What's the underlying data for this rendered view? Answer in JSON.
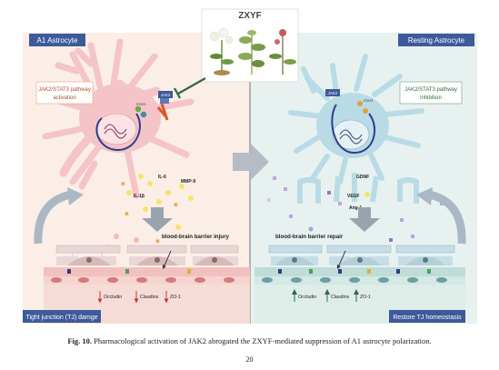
{
  "figure": {
    "title": "ZXYF",
    "left_panel": {
      "header": "A1 Astrocyte",
      "pathway_line1": "JAK2/STAT3 pathway",
      "pathway_line2": "activation",
      "protein_jak2": "JAK2",
      "protein_stat3": "STAT3",
      "cytokines": [
        "IL-6",
        "MMP-9",
        "IL-1β"
      ],
      "injury_label": "blood-brain barrier injury",
      "tj_proteins": [
        "Occludin",
        "Claudins",
        "ZO-1"
      ],
      "footer": "Tight junction (TJ) damge"
    },
    "right_panel": {
      "header": "Resting Astrocyte",
      "pathway_line1": "JAK2/STAT3 pathway",
      "pathway_line2": "inhibition",
      "protein_jak2": "JAK2",
      "protein_stat3": "STAT3",
      "factors": [
        "GDNF",
        "VEGF",
        "Ang-1"
      ],
      "repair_label": "blood-brain barrier repair",
      "tj_proteins": [
        "Occludin",
        "Claudins",
        "ZO-1"
      ],
      "footer": "Restore TJ homeostasis"
    },
    "colors": {
      "panel_header": "#3d5a9a",
      "a1_cell": "#f4c4c8",
      "resting_cell": "#b9dbe6",
      "left_bg": "#fbeee6",
      "right_bg": "#e7f2f0",
      "activation_label": "#b4502d",
      "inhibition_label": "#2d6a43"
    }
  },
  "caption": {
    "label": "Fig. 10.",
    "text": "Pharmacological activation of JAK2 abrogated the ZXYF-mediated suppression of A1 astrocyte polarization."
  },
  "page_number": "20"
}
